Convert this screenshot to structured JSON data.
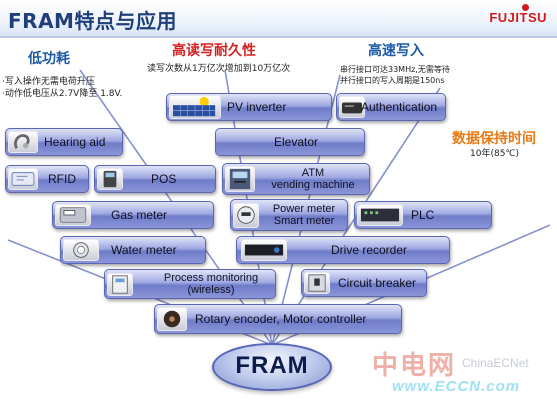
{
  "title": "FRAM特点与应用",
  "brand": "FUJITSU",
  "features": {
    "low_power": {
      "heading": "低功耗",
      "lines": [
        "·写入操作无需电荷升压",
        "·动作低电压从2.7V降至 1.8V."
      ]
    },
    "endurance": {
      "heading": "高读写耐久性",
      "line": "读写次数从1万亿次增加到10万亿次"
    },
    "fast_write": {
      "heading": "高速写入",
      "lines": [
        "串行接口可达33MHz,无需等待",
        "并行接口的写入周期是150ns"
      ]
    },
    "retention": {
      "heading": "数据保持时间",
      "line": "10年(85℃)"
    }
  },
  "applications": {
    "pv_inverter": "PV inverter",
    "authentication": "Authentication",
    "hearing_aid": "Hearing aid",
    "elevator": "Elevator",
    "rfid": "RFID",
    "pos": "POS",
    "atm_line1": "ATM",
    "atm_line2": "vending machine",
    "gas_meter": "Gas meter",
    "power_meter_line1": "Power meter",
    "power_meter_line2": "Smart meter",
    "plc": "PLC",
    "water_meter": "Water meter",
    "drive_recorder": "Drive recorder",
    "process_line1": "Process monitoring",
    "process_line2": "(wireless)",
    "circuit_breaker": "Circuit breaker",
    "rotary_encoder": "Rotary encoder, Motor controller"
  },
  "center": "FRAM",
  "watermark": {
    "cn": "中电网",
    "en": "ChinaECNet",
    "url": "www.ECCN.com"
  },
  "colors": {
    "title_blue": "#1f3f7a",
    "feature_blue": "#1c5aa8",
    "feature_red": "#d42222",
    "feature_orange": "#e87a14",
    "chip_purple": "#8b96d8",
    "brand_red": "#d01c1c"
  },
  "icons": [
    "solar-panel-icon",
    "card-reader-icon",
    "hearing-aid-icon",
    "rfid-card-icon",
    "pos-terminal-icon",
    "atm-machine-icon",
    "gas-meter-icon",
    "power-meter-icon",
    "plc-module-icon",
    "water-meter-icon",
    "drive-recorder-icon",
    "process-monitor-icon",
    "circuit-breaker-icon",
    "rotary-encoder-icon"
  ]
}
